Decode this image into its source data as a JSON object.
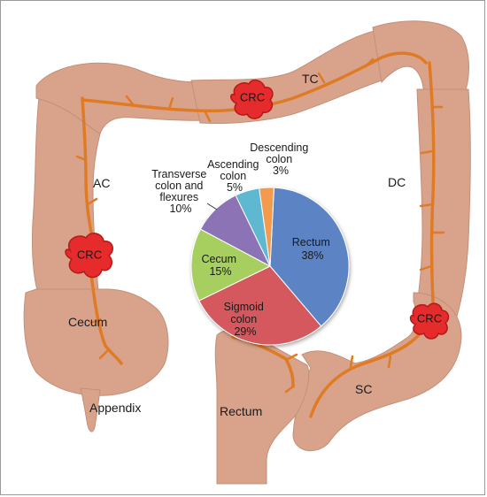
{
  "colors": {
    "colon": "#d9a38b",
    "colon_edge": "#c48f77",
    "vessel": "#e07b25",
    "tumor": "#e52b2b",
    "tumor_edge": "#b31a1a",
    "border": "#9a9a9a"
  },
  "anatomy_labels": {
    "tc": "TC",
    "ac": "AC",
    "dc": "DC",
    "sc": "SC",
    "cecum": "Cecum",
    "appendix": "Appendix",
    "rectum": "Rectum"
  },
  "tumors": [
    {
      "label": "CRC"
    },
    {
      "label": "CRC"
    },
    {
      "label": "CRC"
    }
  ],
  "chart_data": {
    "type": "pie",
    "title": "",
    "slices": [
      {
        "name": "Rectum",
        "value": 38,
        "label": "38%",
        "color": "#5b84c4"
      },
      {
        "name": "Sigmoid colon",
        "value": 29,
        "label": "29%",
        "color": "#d4585d"
      },
      {
        "name": "Cecum",
        "value": 15,
        "label": "15%",
        "color": "#a6cf5f"
      },
      {
        "name": "Transverse colon and flexures",
        "value": 10,
        "label": "10%",
        "color": "#8b73b5"
      },
      {
        "name": "Ascending colon",
        "value": 5,
        "label": "5%",
        "color": "#5fb8d1"
      },
      {
        "name": "Descending colon",
        "value": 3,
        "label": "3%",
        "color": "#f39a4e"
      }
    ],
    "slice_texts": {
      "rectum": [
        "Rectum",
        "38%"
      ],
      "sigmoid": [
        "Sigmoid",
        "colon",
        "29%"
      ],
      "cecum": [
        "Cecum",
        "15%"
      ],
      "transverse": [
        "Transverse",
        "colon and",
        "flexures",
        "10%"
      ],
      "ascending": [
        "Ascending",
        "colon",
        "5%"
      ],
      "descending": [
        "Descending",
        "colon",
        "3%"
      ]
    }
  }
}
